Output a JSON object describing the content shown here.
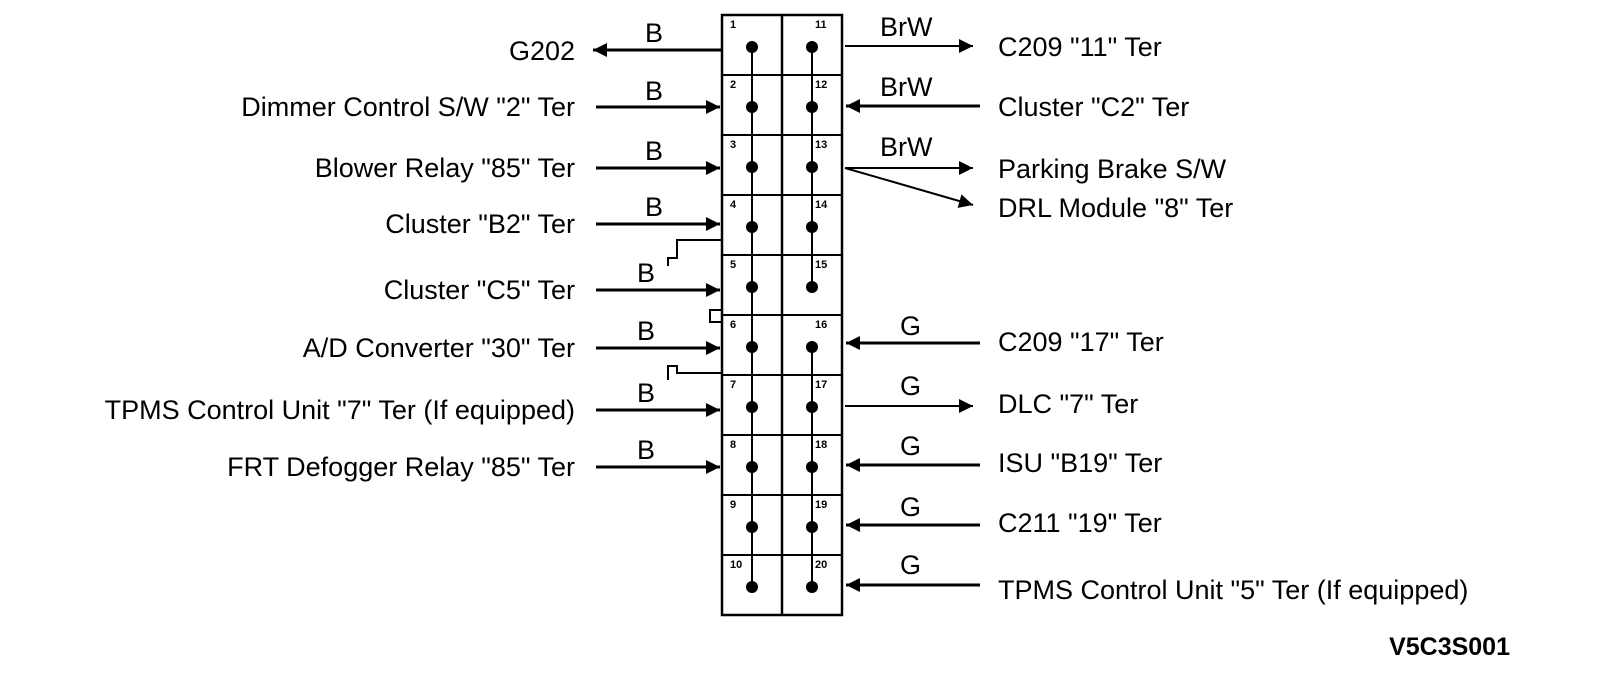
{
  "diagram_code": "V5C3S001",
  "connector": {
    "left_pins": [
      "1",
      "2",
      "3",
      "4",
      "5",
      "6",
      "7",
      "8",
      "9",
      "10"
    ],
    "right_pins": [
      "11",
      "12",
      "13",
      "14",
      "15",
      "16",
      "17",
      "18",
      "19",
      "20"
    ]
  },
  "left_connections": [
    {
      "label": "G202",
      "wire": "B"
    },
    {
      "label": "Dimmer Control S/W \"2\" Ter",
      "wire": "B"
    },
    {
      "label": "Blower Relay \"85\" Ter",
      "wire": "B"
    },
    {
      "label": "Cluster \"B2\" Ter",
      "wire": "B"
    },
    {
      "label": "Cluster \"C5\" Ter",
      "wire": "B"
    },
    {
      "label": "A/D Converter \"30\" Ter",
      "wire": "B"
    },
    {
      "label": "TPMS Control Unit \"7\" Ter (If equipped)",
      "wire": "B"
    },
    {
      "label": "FRT Defogger Relay \"85\" Ter",
      "wire": "B"
    }
  ],
  "right_connections": [
    {
      "label": "C209 \"11\" Ter",
      "wire": "BrW"
    },
    {
      "label": "Cluster \"C2\" Ter",
      "wire": "BrW"
    },
    {
      "label": "Parking Brake S/W",
      "wire": "BrW"
    },
    {
      "label": "DRL Module \"8\" Ter",
      "wire": ""
    },
    {
      "label": "C209 \"17\" Ter",
      "wire": "G"
    },
    {
      "label": "DLC \"7\" Ter",
      "wire": "G"
    },
    {
      "label": "ISU \"B19\" Ter",
      "wire": "G"
    },
    {
      "label": "C211 \"19\" Ter",
      "wire": "G"
    },
    {
      "label": "TPMS Control Unit \"5\" Ter (If equipped)",
      "wire": "G"
    }
  ]
}
